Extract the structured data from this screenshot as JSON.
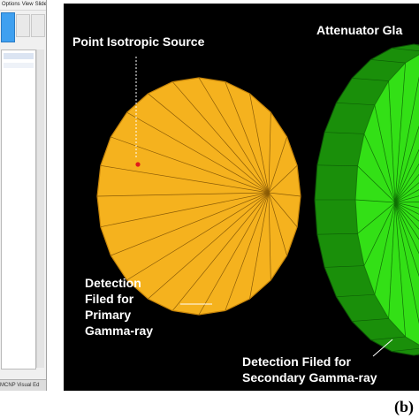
{
  "app": {
    "menu": [
      "Options",
      "View",
      "Slide"
    ],
    "status_text": "MCNP Visual Ed"
  },
  "figure": {
    "source_label": "Point Isotropic Source",
    "attenuator_label": "Attenuator Gla",
    "primary_label_lines": [
      "Detection",
      "Filed for",
      "Primary",
      "Gamma-ray"
    ],
    "secondary_label_lines": [
      "Detection Filed for",
      "Secondary Gamma-ray"
    ],
    "panel_letter": "(b)",
    "colors": {
      "background": "#000000",
      "primary_detector": "#f5b21e",
      "primary_edge": "#c8860a",
      "attenuator": "#33e016",
      "attenuator_dark": "#1a8f0a",
      "source_point": "#e11b1b",
      "label_text": "#ffffff"
    },
    "icons": [
      "point-source-dot"
    ]
  }
}
